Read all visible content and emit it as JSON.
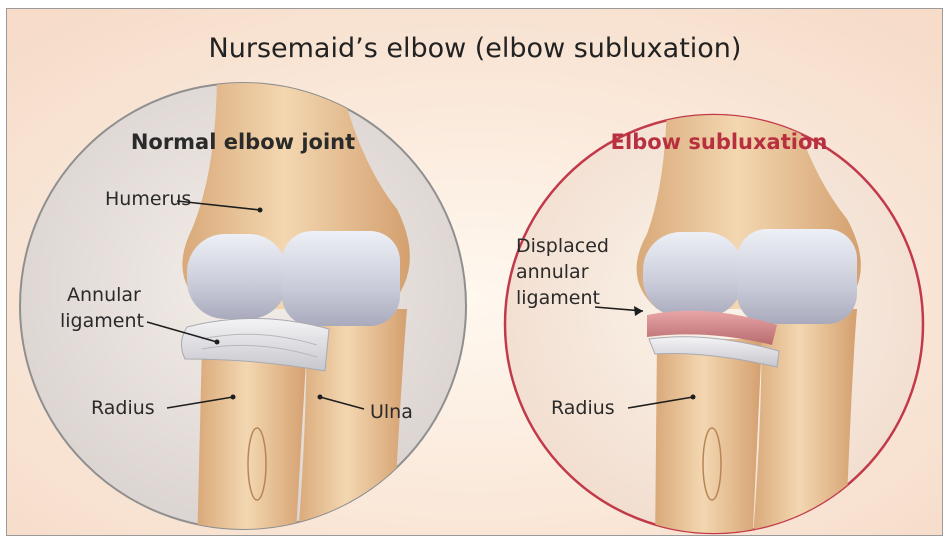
{
  "title": "Nursemaid’s elbow (elbow subluxation)",
  "colors": {
    "background": "#fbf1e4",
    "normal_circle_border": "#8f8f8f",
    "subluxation_circle_border": "#c23a49",
    "subluxation_title": "#b8303f",
    "bone": "#ecc89c",
    "cartilage": "#d8dae6",
    "ligament": "#e2e2e6",
    "displaced_ligament": "#d99a9a"
  },
  "panels": {
    "normal": {
      "title": "Normal elbow joint",
      "labels": {
        "humerus": "Humerus",
        "annular_ligament_line1": "Annular",
        "annular_ligament_line2": "ligament",
        "radius": "Radius",
        "ulna": "Ulna"
      }
    },
    "subluxation": {
      "title": "Elbow subluxation",
      "labels": {
        "displaced_line1": "Displaced",
        "displaced_line2": "annular",
        "displaced_line3": "ligament",
        "radius": "Radius"
      }
    }
  },
  "icons": [
    "humerus-bone-illustration",
    "radius-bone-illustration",
    "ulna-bone-illustration",
    "annular-ligament-illustration"
  ]
}
